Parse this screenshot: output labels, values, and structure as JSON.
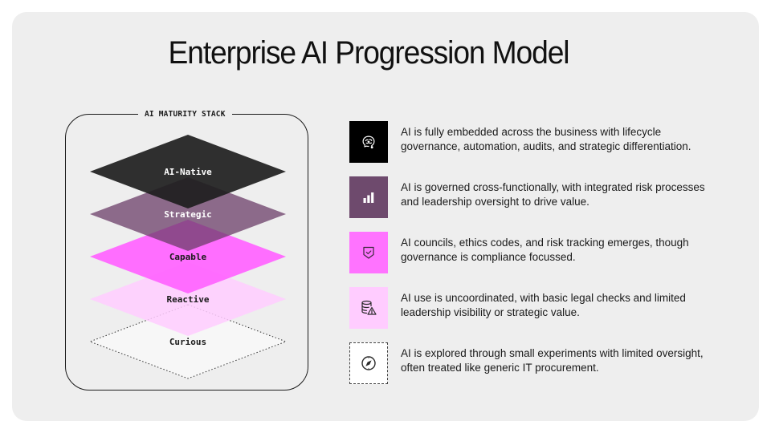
{
  "title": "Enterprise AI Progression Model",
  "stack": {
    "label": "AI MATURITY STACK",
    "layers": [
      {
        "name": "AI-Native",
        "fill": "#1e1e1e",
        "opacity": 0.92,
        "text_color": "#ffffff",
        "dashed": false
      },
      {
        "name": "Strategic",
        "fill": "#6b3d68",
        "opacity": 0.75,
        "text_color": "#ffffff",
        "dashed": false
      },
      {
        "name": "Capable",
        "fill": "#ff66ff",
        "opacity": 0.95,
        "text_color": "#1a1a1a",
        "dashed": false
      },
      {
        "name": "Reactive",
        "fill": "#ffccff",
        "opacity": 0.85,
        "text_color": "#1a1a1a",
        "dashed": false
      },
      {
        "name": "Curious",
        "fill": "#f7f7f7",
        "opacity": 1,
        "text_color": "#1a1a1a",
        "dashed": true
      }
    ]
  },
  "levels": [
    {
      "icon": "brain-icon",
      "box_color": "#000000",
      "icon_color": "#ffffff",
      "dashed": false,
      "description": "AI is fully embedded across the business with lifecycle governance, automation, audits, and strategic differentiation."
    },
    {
      "icon": "bar-chart-icon",
      "box_color": "#6e4a6d",
      "icon_color": "#ffffff",
      "dashed": false,
      "description": "AI is governed cross-functionally, with integrated risk processes and leadership oversight to drive value."
    },
    {
      "icon": "shield-check-icon",
      "box_color": "#ff73ff",
      "icon_color": "#3a2a3a",
      "dashed": false,
      "description": "AI councils, ethics codes, and risk tracking emerges, though governance is compliance focussed."
    },
    {
      "icon": "database-warning-icon",
      "box_color": "#ffccff",
      "icon_color": "#2a2a2a",
      "dashed": false,
      "description": "AI use is uncoordinated, with basic legal checks and limited leadership visibility or strategic value."
    },
    {
      "icon": "compass-icon",
      "box_color": "#ffffff",
      "icon_color": "#2a2a2a",
      "dashed": true,
      "description": "AI is explored through small experiments with limited oversight, often treated like generic IT procurement."
    }
  ]
}
